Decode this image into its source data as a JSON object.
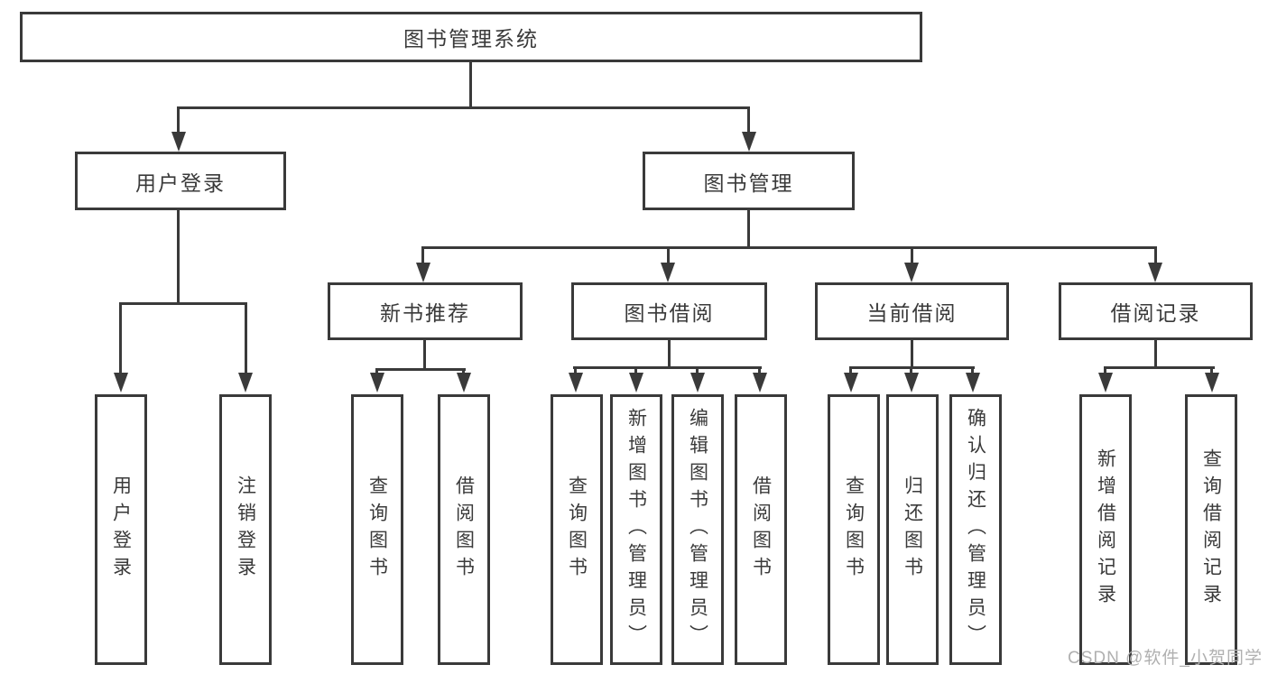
{
  "diagram": {
    "type": "hierarchy-tree",
    "colors": {
      "line": "#3a3a3a",
      "border": "#3a3a3a",
      "text": "#3a3a3a",
      "box_fill": "#ffffff",
      "background": "#ffffff",
      "watermark": "#b0b0b0"
    },
    "watermark": "CSDN @软件_小贺同学",
    "root": {
      "label": "图书管理系统"
    },
    "branches": [
      {
        "label": "用户登录",
        "children": [
          {
            "label": "用户登录"
          },
          {
            "label": "注销登录"
          }
        ]
      },
      {
        "label": "图书管理",
        "children": [
          {
            "label": "新书推荐",
            "children": [
              {
                "label": "查询图书"
              },
              {
                "label": "借阅图书"
              }
            ]
          },
          {
            "label": "图书借阅",
            "children": [
              {
                "label": "查询图书"
              },
              {
                "label": "新增图书（管理员）"
              },
              {
                "label": "编辑图书（管理员）"
              },
              {
                "label": "借阅图书"
              }
            ]
          },
          {
            "label": "当前借阅",
            "children": [
              {
                "label": "查询图书"
              },
              {
                "label": "归还图书"
              },
              {
                "label": "确认归还（管理员）"
              }
            ]
          },
          {
            "label": "借阅记录",
            "children": [
              {
                "label": "新增借阅记录"
              },
              {
                "label": "查询借阅记录"
              }
            ]
          }
        ]
      }
    ]
  }
}
